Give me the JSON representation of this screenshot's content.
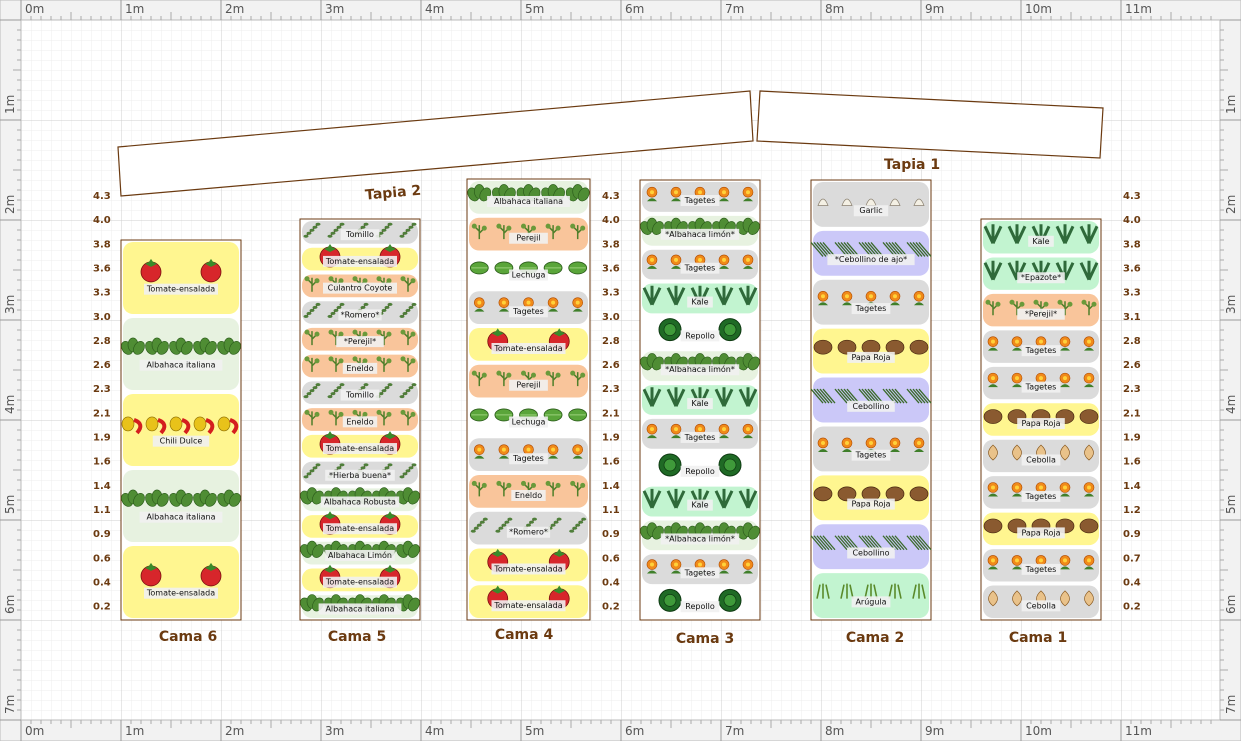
{
  "rulers": {
    "top": [
      "0m",
      "1m",
      "2m",
      "3m",
      "4m",
      "5m",
      "6m",
      "7m",
      "8m",
      "9m",
      "10m",
      "11m"
    ],
    "left": [
      "1m",
      "2m",
      "3m",
      "4m",
      "5m",
      "6m",
      "7m"
    ]
  },
  "walls": {
    "tapia1": "Tapia 1",
    "tapia2": "Tapia 2"
  },
  "scales": {
    "cama6": [
      "4.3",
      "4.0",
      "3.8",
      "3.6",
      "3.3",
      "3.0",
      "2.8",
      "2.6",
      "2.3",
      "2.1",
      "1.9",
      "1.6",
      "1.4",
      "1.1",
      "0.9",
      "0.6",
      "0.4",
      "0.2"
    ],
    "cama4": [
      "4.3",
      "4.0",
      "3.8",
      "3.6",
      "3.3",
      "3.0",
      "2.8",
      "2.6",
      "2.3",
      "2.1",
      "1.9",
      "1.6",
      "1.4",
      "1.1",
      "0.9",
      "0.6",
      "0.4",
      "0.2"
    ],
    "cama1": [
      "4.3",
      "4.0",
      "3.8",
      "3.6",
      "3.3",
      "3.1",
      "2.8",
      "2.6",
      "2.3",
      "2.1",
      "1.9",
      "1.6",
      "1.4",
      "1.2",
      "0.9",
      "0.7",
      "0.4",
      "0.2"
    ]
  },
  "beds": [
    {
      "name": "Cama 6",
      "plants": [
        {
          "label": "Tomate-ensalada"
        },
        {
          "label": "Albahaca italiana"
        },
        {
          "label": "Chili Dulce"
        },
        {
          "label": "Albahaca italiana"
        },
        {
          "label": "Tomate-ensalada"
        }
      ]
    },
    {
      "name": "Cama 5",
      "plants": [
        {
          "label": "Tomillo"
        },
        {
          "label": "Tomate-ensalada"
        },
        {
          "label": "Culantro Coyote"
        },
        {
          "label": "*Romero*"
        },
        {
          "label": "*Perejil*"
        },
        {
          "label": "Eneldo"
        },
        {
          "label": "Tomillo"
        },
        {
          "label": "Eneldo"
        },
        {
          "label": "Tomate-ensalada"
        },
        {
          "label": "*Hierba buena*"
        },
        {
          "label": "Albahaca Robusta"
        },
        {
          "label": "Tomate-ensalada"
        },
        {
          "label": "Albahaca Limón"
        },
        {
          "label": "Tomate-ensalada"
        },
        {
          "label": "Albahaca italiana"
        }
      ]
    },
    {
      "name": "Cama 4",
      "plants": [
        {
          "label": "Albahaca italiana"
        },
        {
          "label": "Perejil"
        },
        {
          "label": "Lechuga"
        },
        {
          "label": "Tagetes"
        },
        {
          "label": "Tomate-ensalada"
        },
        {
          "label": "Perejil"
        },
        {
          "label": "Lechuga"
        },
        {
          "label": "Tagetes"
        },
        {
          "label": "Eneldo"
        },
        {
          "label": "*Romero*"
        },
        {
          "label": "Tomate-ensalada"
        },
        {
          "label": "Tomate-ensalada"
        }
      ]
    },
    {
      "name": "Cama 3",
      "plants": [
        {
          "label": "Tagetes"
        },
        {
          "label": "*Albahaca limón*"
        },
        {
          "label": "Tagetes"
        },
        {
          "label": "Kale"
        },
        {
          "label": "Repollo"
        },
        {
          "label": "*Albahaca limón*"
        },
        {
          "label": "Kale"
        },
        {
          "label": "Tagetes"
        },
        {
          "label": "Repollo"
        },
        {
          "label": "Kale"
        },
        {
          "label": "*Albahaca limón*"
        },
        {
          "label": "Tagetes"
        },
        {
          "label": "Repollo"
        }
      ]
    },
    {
      "name": "Cama 2",
      "plants": [
        {
          "label": "Garlic"
        },
        {
          "label": "*Cebollino de ajo*"
        },
        {
          "label": "Tagetes"
        },
        {
          "label": "Papa Roja"
        },
        {
          "label": "Cebollino"
        },
        {
          "label": "Tagetes"
        },
        {
          "label": "Papa Roja"
        },
        {
          "label": "Cebollino"
        },
        {
          "label": "Arúgula"
        }
      ]
    },
    {
      "name": "Cama 1",
      "plants": [
        {
          "label": "Kale"
        },
        {
          "label": "*Epazote*"
        },
        {
          "label": "*Perejil*"
        },
        {
          "label": "Tagetes"
        },
        {
          "label": "Tagetes"
        },
        {
          "label": "Papa Roja"
        },
        {
          "label": "Cebolla"
        },
        {
          "label": "Tagetes"
        },
        {
          "label": "Papa Roja"
        },
        {
          "label": "Tagetes"
        },
        {
          "label": "Cebolla"
        }
      ]
    }
  ]
}
